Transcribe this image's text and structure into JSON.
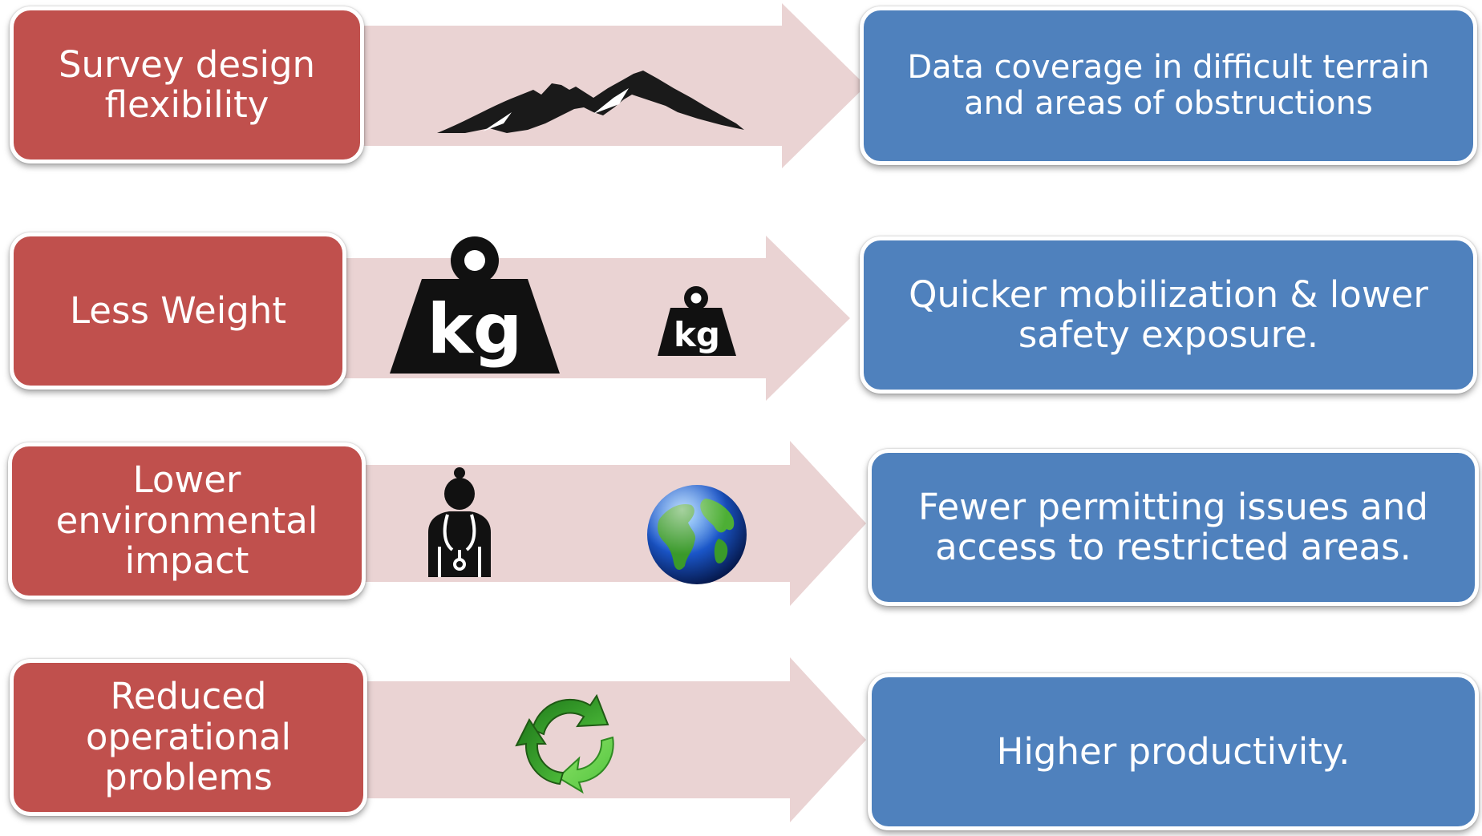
{
  "colors": {
    "cause_box": "#c0504d",
    "effect_box": "#4f81bd",
    "arrow": "#ead3d3"
  },
  "rows": [
    {
      "cause": "Survey design flexibility",
      "effect": "Data coverage in difficult terrain and areas of obstructions",
      "icons": [
        "mountain-icon"
      ]
    },
    {
      "cause": "Less Weight",
      "effect": "Quicker mobilization & lower safety exposure.",
      "icons": [
        "large-weight-icon",
        "small-weight-icon"
      ],
      "weight_label_large": "kg",
      "weight_label_small": "kg"
    },
    {
      "cause": "Lower environmental impact",
      "effect": "Fewer permitting issues and access to restricted areas.",
      "icons": [
        "doctor-icon",
        "globe-icon"
      ]
    },
    {
      "cause": "Reduced operational problems",
      "effect": "Higher productivity.",
      "icons": [
        "recycle-arrows-icon"
      ]
    }
  ]
}
